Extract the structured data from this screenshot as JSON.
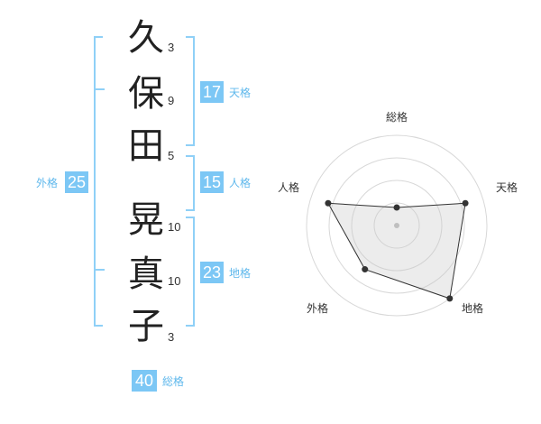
{
  "name": {
    "chars": [
      {
        "char": "久",
        "strokes": "3"
      },
      {
        "char": "保",
        "strokes": "9"
      },
      {
        "char": "田",
        "strokes": "5"
      },
      {
        "char": "晃",
        "strokes": "10"
      },
      {
        "char": "真",
        "strokes": "10"
      },
      {
        "char": "子",
        "strokes": "3"
      }
    ]
  },
  "fortune": {
    "tenkaku": {
      "value": "17",
      "label": "天格"
    },
    "jinkaku": {
      "value": "15",
      "label": "人格"
    },
    "chikaku": {
      "value": "23",
      "label": "地格"
    },
    "gaikaku": {
      "value": "25",
      "label": "外格"
    },
    "soukaku": {
      "value": "40",
      "label": "総格"
    }
  },
  "colors": {
    "accent": "#7cc7f5",
    "label": "#5fb8ec",
    "bracket": "#8fd0f7"
  },
  "chart_data": {
    "type": "radar",
    "axes": [
      "総格",
      "天格",
      "地格",
      "外格",
      "人格"
    ],
    "values": [
      1,
      4,
      5,
      3,
      4
    ],
    "max": 5,
    "rings": 4
  }
}
